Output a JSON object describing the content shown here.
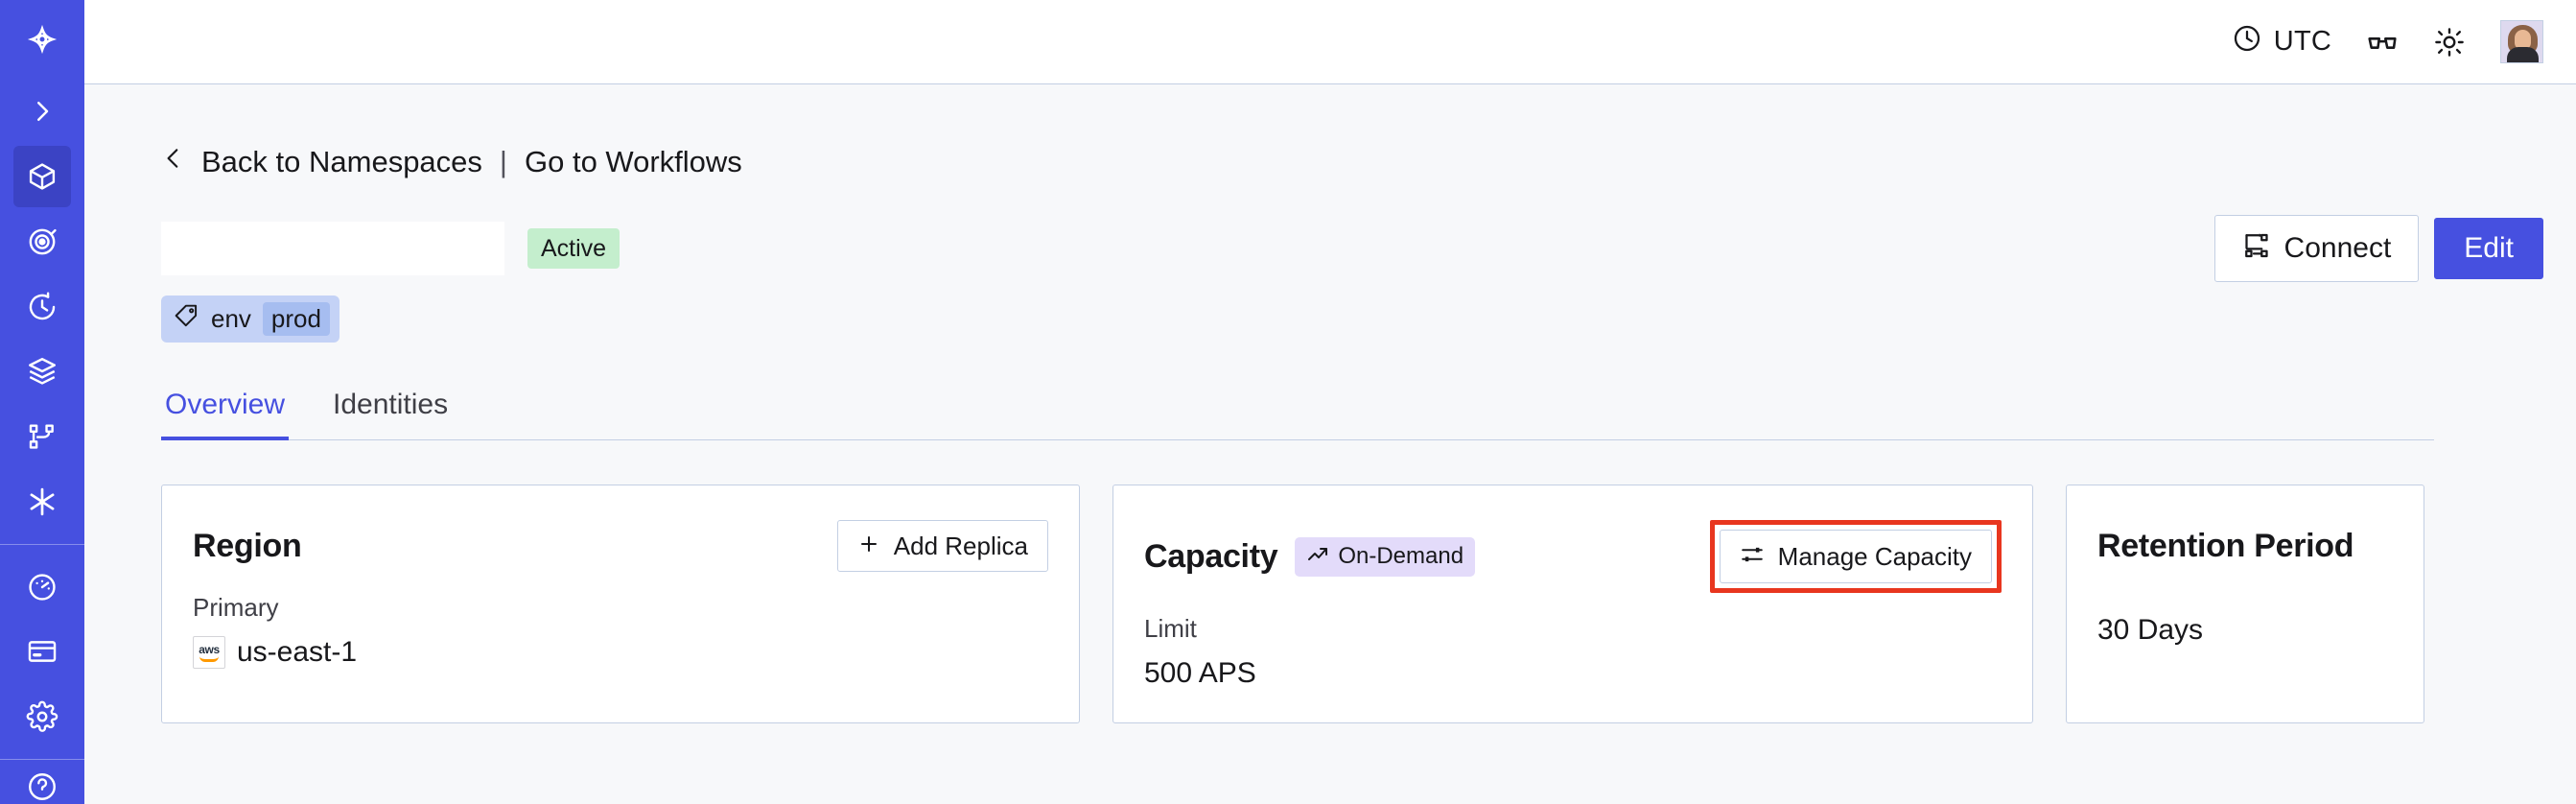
{
  "sidebar": {
    "logo_icon": "temporal-logo-icon",
    "items": [
      {
        "name": "expand-sidebar",
        "icon": "chevron-right-icon",
        "active": false
      },
      {
        "name": "namespaces",
        "icon": "cube-icon",
        "active": true
      },
      {
        "name": "observability",
        "icon": "target-eye-icon",
        "active": false
      },
      {
        "name": "schedules",
        "icon": "clock-rewind-icon",
        "active": false
      },
      {
        "name": "layers",
        "icon": "layers-icon",
        "active": false
      },
      {
        "name": "workflows",
        "icon": "git-branch-icon",
        "active": false
      },
      {
        "name": "nexus",
        "icon": "asterisk-icon",
        "active": false
      },
      {
        "name": "usage",
        "icon": "gauge-icon",
        "active": false
      },
      {
        "name": "billing",
        "icon": "credit-card-icon",
        "active": false
      },
      {
        "name": "settings",
        "icon": "gear-icon",
        "active": false
      }
    ]
  },
  "topbar": {
    "timezone_label": "UTC",
    "timezone_icon": "clock-icon",
    "reading_icon": "reading-glasses-icon",
    "theme_icon": "sun-icon",
    "avatar_icon": "user-avatar"
  },
  "breadcrumb": {
    "back_icon": "chevron-left-icon",
    "back_label": "Back to Namespaces",
    "divider": "|",
    "forward_label": "Go to Workflows"
  },
  "header": {
    "namespace_title": "",
    "status_badge": "Active",
    "tag": {
      "icon": "tag-icon",
      "key": "env",
      "value": "prod"
    },
    "connect_label": "Connect",
    "connect_icon": "connect-icon",
    "edit_label": "Edit"
  },
  "tabs": [
    {
      "label": "Overview",
      "active": true
    },
    {
      "label": "Identities",
      "active": false
    }
  ],
  "cards": {
    "region": {
      "title": "Region",
      "action_label": "Add Replica",
      "action_icon": "plus-icon",
      "label": "Primary",
      "provider_icon": "aws-logo",
      "provider_text": "aws",
      "value": "us-east-1"
    },
    "capacity": {
      "title": "Capacity",
      "badge_label": "On-Demand",
      "badge_icon": "trend-up-icon",
      "action_label": "Manage Capacity",
      "action_icon": "sliders-icon",
      "action_highlighted": true,
      "label": "Limit",
      "value": "500 APS"
    },
    "retention": {
      "title": "Retention Period",
      "value": "30 Days"
    }
  },
  "colors": {
    "brand_indigo": "#4650e0",
    "sidebar_active": "#3b43c4",
    "page_bg": "#f7f8fa",
    "card_border": "#c3cfe3",
    "badge_active_bg": "#c4eecd",
    "badge_ondemand_bg": "#e3dbfa",
    "tag_bg": "#c4d2f6",
    "tag_value_bg": "#a6bdf0",
    "annotation_red": "#e8361f"
  }
}
